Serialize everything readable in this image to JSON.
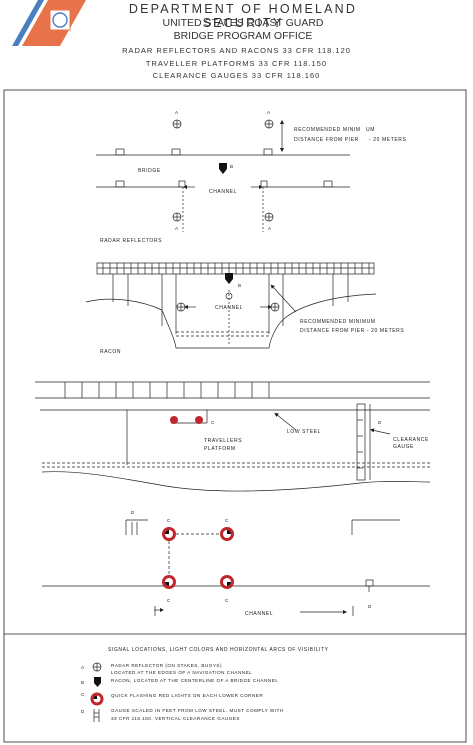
{
  "header": {
    "department": "DEPARTMENT OF HOMELAND SECURITY",
    "agency": "UNITED STATES COAST GUARD",
    "office": "BRIDGE PROGRAM OFFICE",
    "line1": "RADAR REFLECTORS AND RACONS 33 CFR 118.120",
    "line2": "TRAVELLER PLATFORMS 33 CFR 118.150",
    "line3": "CLEARANCE GAUGES 33 CFR 118.160"
  },
  "diagram1": {
    "marker_a": "A",
    "marker_b": "B",
    "rec_min_1": "RECOMMENDED MINIM",
    "rec_min_2": "UM",
    "distance": "DISTANCE FROM PIER",
    "distance_val": "- 20  METERS",
    "bridge": "BRIDGE",
    "channel": "CHANNEL",
    "radar_reflectors": "RADAR    REFLECTORS"
  },
  "diagram2": {
    "marker_b": "B",
    "channel": "CHANNEL",
    "rec_min": "RECOMMENDED    MINIMUM",
    "distance": "DISTANCE  FROM  PIER  -  20  METERS",
    "racon": "RACON"
  },
  "diagram3": {
    "marker_c": "C",
    "marker_d": "D",
    "low_steel": "LOW    STEEL",
    "travellers": "TRAVELLERS",
    "platform": "PLATFORM",
    "clearance": "CLEARANCE",
    "gauge": "GAUGE"
  },
  "diagram4": {
    "marker_c": "C",
    "marker_d": "D",
    "channel": "CHANNEL"
  },
  "legend": {
    "title": "SIGNAL  LOCATIONS,  LIGHT  COLORS  AND  HORIZONTAL  ARCS  OF  VISIBILITY",
    "a_key": "A",
    "a_line1": "RADAR   REFLECTOR   (ON   STAKES,  BUOYS)",
    "a_line2": "LOCATED  AT  THE  EDGES  OF  A  NAVIGATION  CHANNEL",
    "b_key": "B",
    "b_line1": "RACON,  LOCATED  AT  THE  CENTERLINE  OF  A  BRIDGE  CHANNEL",
    "c_key": "C",
    "c_line1": "QUICK FLASHING RED LIGHTS ON EACH LOWER CORNER",
    "d_key": "D",
    "d_line1": "GAUGE  SCALED  IN  FEET  FROM  LOW  STEEL.  MUST  COMPLY  WITH",
    "d_line2": "33 CFR 118.160, VERTICAL CLEARANCE GAUGES"
  },
  "colors": {
    "red": "#c0272d",
    "ink": "#222222",
    "logo_orange": "#e8734a",
    "logo_blue": "#4a7fc0"
  }
}
